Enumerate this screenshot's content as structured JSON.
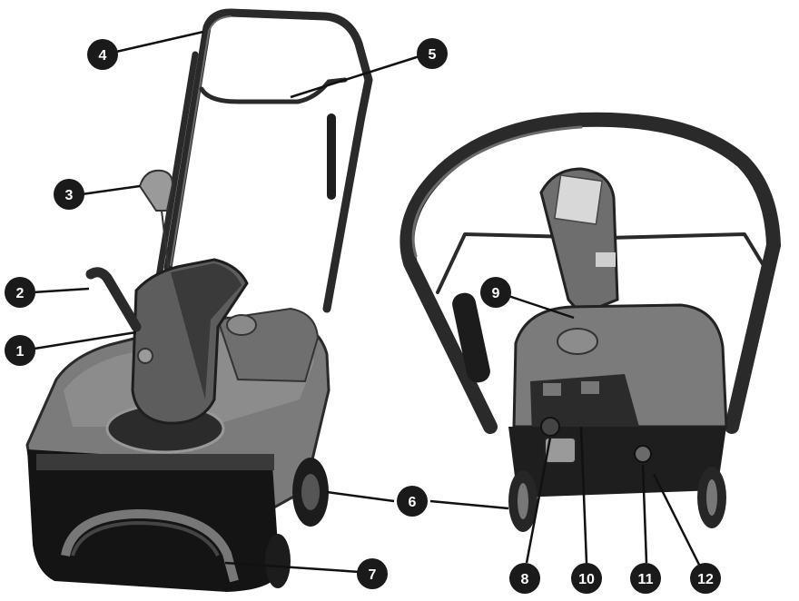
{
  "figure": {
    "views": [
      "front-left-view",
      "rear-view"
    ]
  },
  "callouts": [
    {
      "number": "1",
      "part": "discharge-chute"
    },
    {
      "number": "2",
      "part": "chute-control-handle"
    },
    {
      "number": "3",
      "part": "starter-handle"
    },
    {
      "number": "4",
      "part": "upper-handle"
    },
    {
      "number": "5",
      "part": "control-bail"
    },
    {
      "number": "6",
      "part": "wheels"
    },
    {
      "number": "7",
      "part": "auger-paddles"
    },
    {
      "number": "8",
      "part": "primer-button"
    },
    {
      "number": "9",
      "part": "chute-deflector-knob"
    },
    {
      "number": "10",
      "part": "electric-starter"
    },
    {
      "number": "11",
      "part": "ignition-key"
    },
    {
      "number": "12",
      "part": "choke-lever"
    }
  ],
  "colors": {
    "callout_fill": "#1a1a1a",
    "callout_text": "#ffffff",
    "body_grey": "#7b7b7b",
    "handle_dark": "#2a2a2a"
  }
}
